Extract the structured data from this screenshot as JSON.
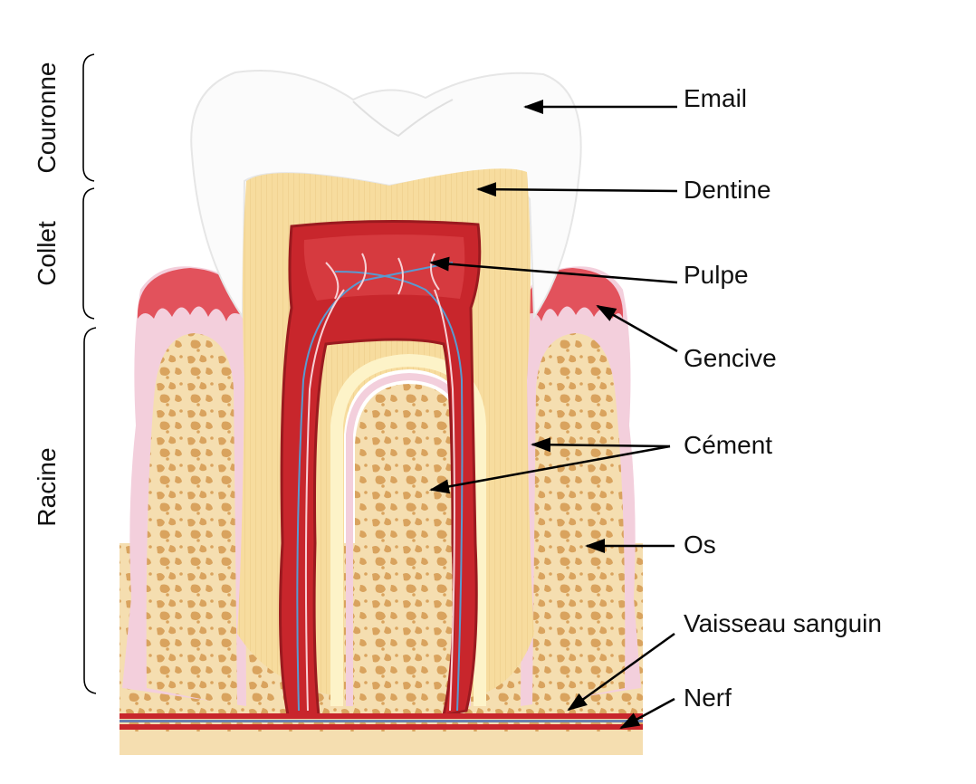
{
  "title": "Structure de la dent",
  "regions": [
    {
      "label": "Couronne"
    },
    {
      "label": "Collet"
    },
    {
      "label": "Racine"
    }
  ],
  "labels": [
    {
      "label": "Email"
    },
    {
      "label": "Dentine"
    },
    {
      "label": "Pulpe"
    },
    {
      "label": "Gencive"
    },
    {
      "label": "Cément"
    },
    {
      "label": "Os"
    },
    {
      "label": "Vaisseau sanguin"
    },
    {
      "label": "Nerf"
    }
  ],
  "colors": {
    "enamel": "#fbfbfb",
    "dentine": "#f5d998",
    "pulp": "#c8262c",
    "gum": "#e2525c",
    "gum_inner": "#f3cfdc",
    "bone": "#f5deb0",
    "bone_spots": "#d9a35e",
    "vessel": "#5a9ad0"
  }
}
